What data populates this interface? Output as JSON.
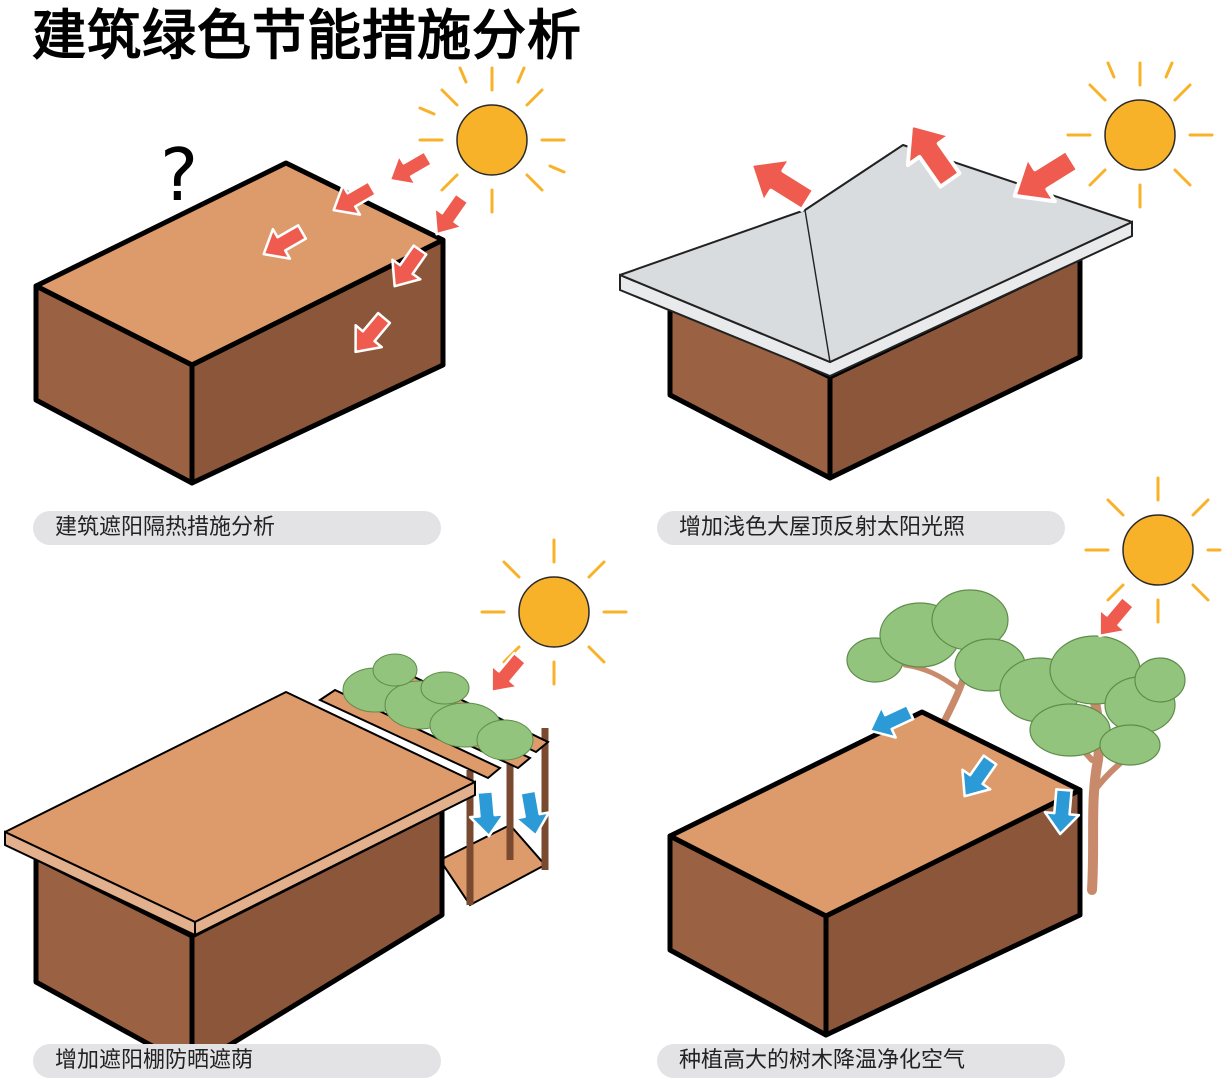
{
  "title": "建筑绿色节能措施分析",
  "panels": [
    {
      "caption": "建筑遮阳隔热措施分析",
      "mark": "?"
    },
    {
      "caption": "增加浅色大屋顶反射太阳光照"
    },
    {
      "caption": "增加遮阳棚防晒遮荫"
    },
    {
      "caption": "种植高大的树木降温净化空气"
    }
  ],
  "colors": {
    "sun": "#f8b22a",
    "roof": "#dd9a6b",
    "wall_front": "#9a6142",
    "wall_side": "#8b563a",
    "light_roof": "#d8dcdf",
    "red_arrow": "#ef5b4e",
    "blue_arrow": "#2b9ad6",
    "foliage": "#93c47d",
    "trunk": "#c98a6b",
    "caption_bg": "#e3e3e5"
  }
}
